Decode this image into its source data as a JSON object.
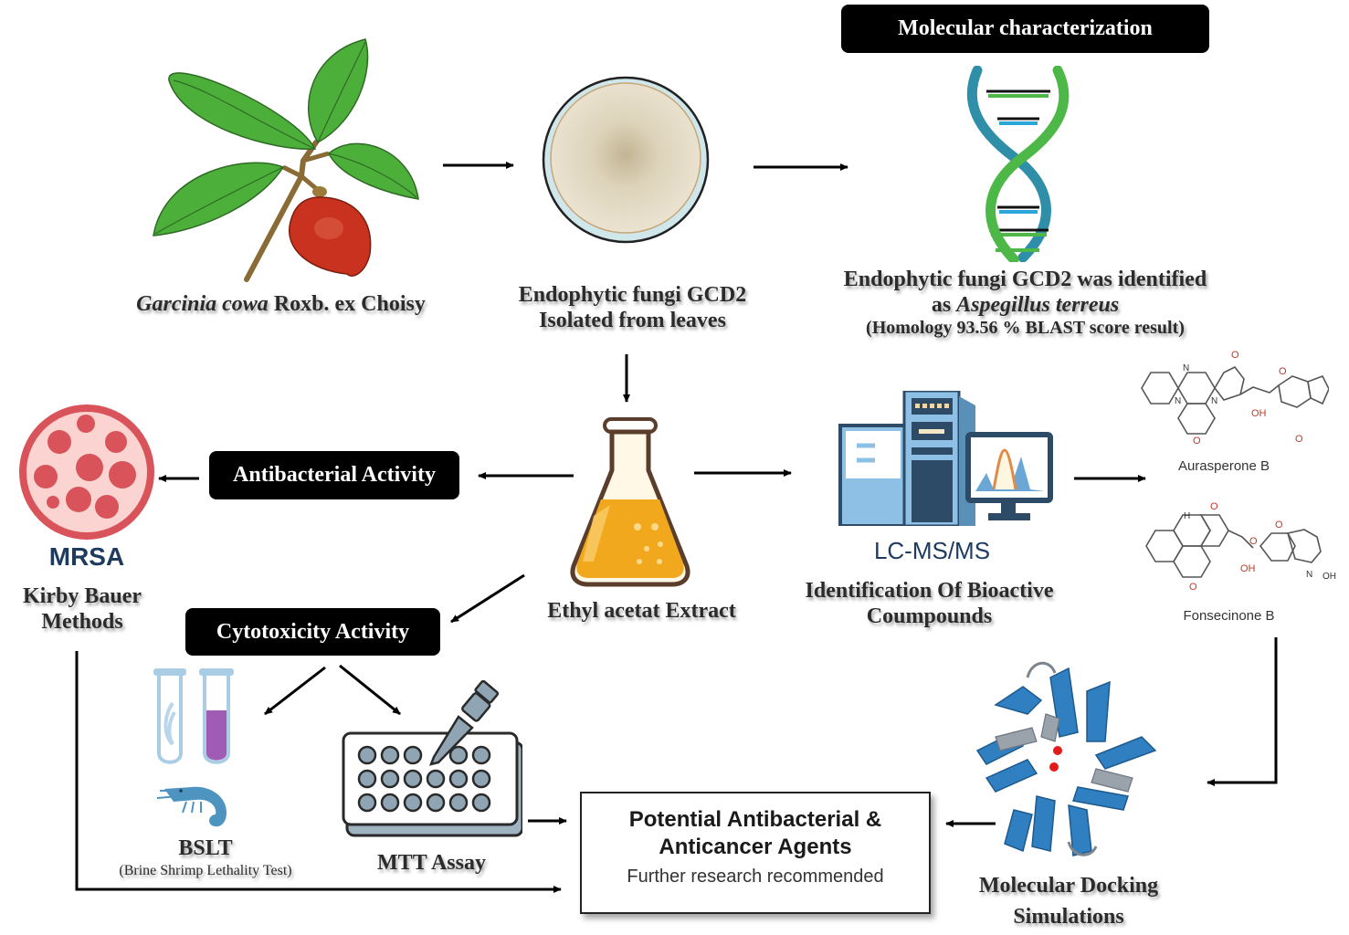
{
  "diagram": {
    "type": "research-workflow",
    "nodes": {
      "plant": {
        "label_italic": "Garcinia cowa",
        "label_rest": "Roxb. ex Choisy",
        "icon": "plant-branch-with-fruit-icon"
      },
      "petri": {
        "label_line1": "Endophytic fungi GCD2",
        "label_line2": "Isolated from leaves",
        "icon": "fungal-culture-petri-dish-icon"
      },
      "molecular": {
        "header": "Molecular characterization",
        "label_line1": "Endophytic fungi GCD2 was identified",
        "label_line2_prefix": "as",
        "label_line2_italic": "Aspegillus terreus",
        "label_line3": "(Homology 93.56 % BLAST score result)",
        "icon": "dna-double-helix-icon"
      },
      "extract": {
        "label": "Ethyl acetat Extract",
        "icon": "erlenmeyer-flask-icon"
      },
      "antibacterial": {
        "header": "Antibacterial Activity",
        "organism": "MRSA",
        "label_line1": "Kirby Bauer",
        "label_line2": "Methods",
        "icon": "bacteria-petri-dish-icon"
      },
      "cytotoxicity": {
        "header": "Cytotoxicity Activity",
        "bslt": {
          "title": "BSLT",
          "subtitle": "(Brine Shrimp Lethality Test)",
          "icons": [
            "test-tube-shrimp-icon",
            "test-tube-purple-icon",
            "shrimp-icon"
          ]
        },
        "mtt": {
          "title": "MTT Assay",
          "icon": "well-plate-pipette-icon"
        }
      },
      "lcms": {
        "instrument": "LC-MS/MS",
        "label_line1": "Identification Of Bioactive",
        "label_line2": "Coumpounds",
        "icon": "lc-ms-instrument-icon"
      },
      "compounds": [
        {
          "name": "Aurasperone B",
          "icon": "aurasperone-b-structure-icon"
        },
        {
          "name": "Fonsecinone B",
          "icon": "fonsecinone-b-structure-icon"
        }
      ],
      "docking": {
        "label_line1": "Molecular Docking",
        "label_line2": "Simulations",
        "icon": "protein-ribbon-structure-icon"
      },
      "result": {
        "title_line1": "Potential Antibacterial &",
        "title_line2": "Anticancer Agents",
        "subtitle": "Further research recommended"
      }
    },
    "edges": [
      {
        "from": "plant",
        "to": "petri"
      },
      {
        "from": "petri",
        "to": "molecular"
      },
      {
        "from": "petri",
        "to": "extract"
      },
      {
        "from": "extract",
        "to": "antibacterial"
      },
      {
        "from": "antibacterial-header",
        "to": "antibacterial"
      },
      {
        "from": "extract",
        "to": "cytotoxicity"
      },
      {
        "from": "extract",
        "to": "lcms"
      },
      {
        "from": "cytotoxicity",
        "to": "bslt"
      },
      {
        "from": "cytotoxicity",
        "to": "mtt"
      },
      {
        "from": "lcms",
        "to": "compounds"
      },
      {
        "from": "compounds",
        "to": "docking"
      },
      {
        "from": "docking",
        "to": "result"
      },
      {
        "from": "mtt",
        "to": "result"
      },
      {
        "from": "antibacterial",
        "to": "result"
      }
    ],
    "colors": {
      "pill_bg": "#000000",
      "leaf_green": "#4caf3a",
      "fruit_red": "#c9321f",
      "dna_teal": "#2f8fa8",
      "dna_green": "#4db848",
      "flask_liquid": "#f2a81d",
      "mrsa_red": "#d9545a",
      "mrsa_text": "#1e3a5f",
      "lcms_blue": "#6aa7d6",
      "protein_blue": "#2f7fc1",
      "assay_gray": "#8fa5b3",
      "tube_purple": "#a05cb5"
    }
  }
}
